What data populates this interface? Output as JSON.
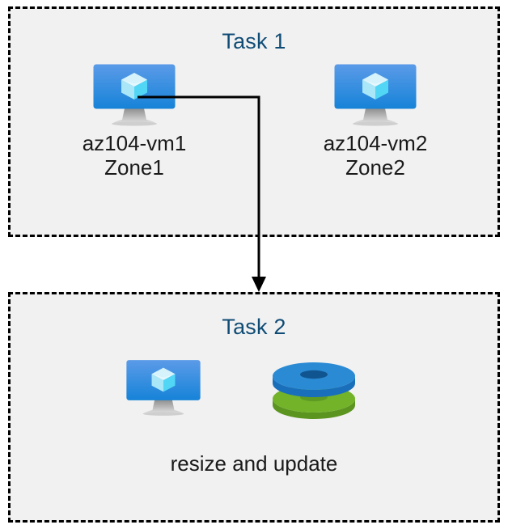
{
  "diagram": {
    "title": "Azure VM task flow diagram",
    "background_color": "#ffffff",
    "box_fill_color": "#f1f1f1",
    "box_border_color": "#000000",
    "title_color": "#0f4c75",
    "text_color": "#1a1a1a",
    "connector_color": "#000000"
  },
  "task1": {
    "title": "Task 1",
    "nodes": [
      {
        "icon": "virtual-machine-icon",
        "name": "az104-vm1",
        "zone": "Zone1",
        "label": "az104-vm1\nZone1"
      },
      {
        "icon": "virtual-machine-icon",
        "name": "az104-vm2",
        "zone": "Zone2",
        "label": "az104-vm2\nZone2"
      }
    ]
  },
  "task2": {
    "title": "Task 2",
    "nodes": [
      {
        "icon": "virtual-machine-icon",
        "label": ""
      },
      {
        "icon": "disks-icon",
        "label": ""
      }
    ],
    "caption": "resize and update"
  },
  "connector": {
    "from": "az104-vm1",
    "to": "task2",
    "style": "elbow-arrow",
    "arrowhead": "filled-triangle"
  },
  "colors": {
    "vm_screen_gradient_top": "#5b9be8",
    "vm_screen_gradient_bottom": "#1683d8",
    "vm_cube_light": "#d6f2fb",
    "vm_cube_mid": "#9fe3f7",
    "vm_cube_dark": "#52d6f5",
    "vm_stand": "#b5b5b5",
    "disk_blue_top": "#2a8ad4",
    "disk_blue_side": "#1a6fba",
    "disk_blue_hole": "#10558f",
    "disk_green_top": "#72b32a",
    "disk_green_side": "#5c9420",
    "disk_green_hole": "#5f9a22"
  }
}
